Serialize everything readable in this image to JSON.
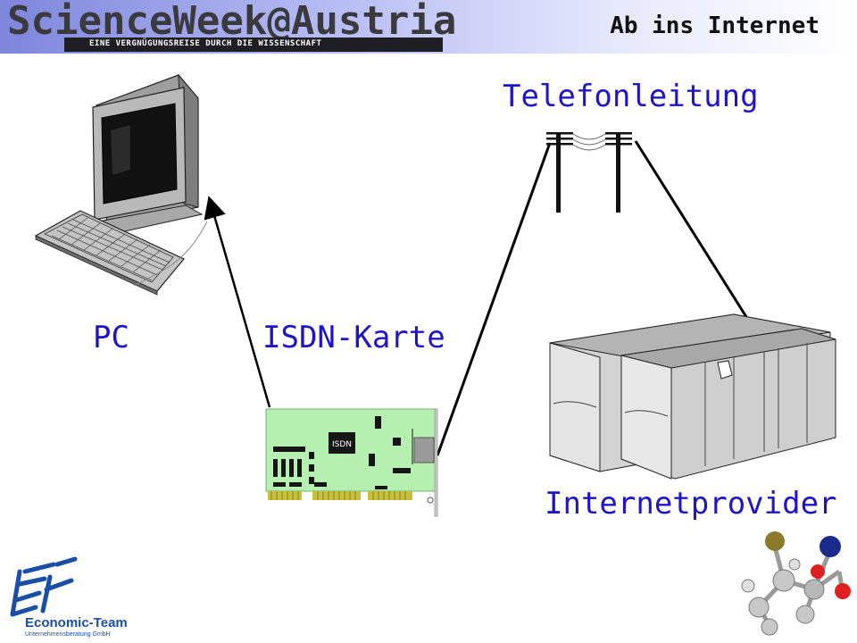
{
  "header": {
    "logo_title": "ScienceWeek@Austria",
    "logo_subtitle": "EINE VERGNÜGUNGSREISE DURCH DIE WISSENSCHAFT",
    "slide_title": "Ab ins Internet"
  },
  "labels": {
    "pc": "PC",
    "card": "ISDN-Karte",
    "line": "Telefonleitung",
    "provider": "Internetprovider",
    "card_chip": "ISDN"
  },
  "footer": {
    "company": "Economic-Team",
    "company_sub": "Unternehmensberatung GmbH"
  },
  "colors": {
    "label_blue": "#1f14c8",
    "card_green": "#b6f0b0",
    "banner_blue": "#7e86dc"
  }
}
